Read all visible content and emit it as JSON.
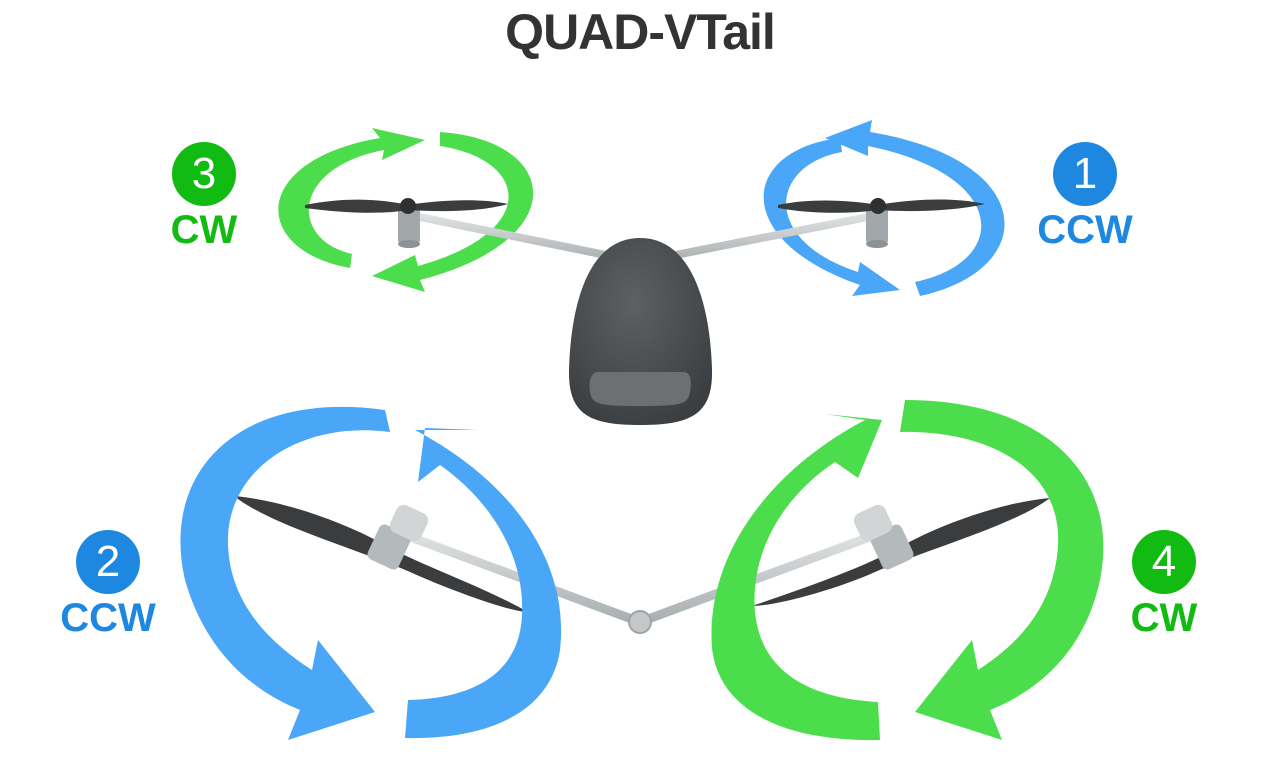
{
  "title": "QUAD-VTail",
  "colors": {
    "cw": "#11bb11",
    "ccw": "#1e88e0",
    "cw_arrow": "#4cdd4c",
    "ccw_arrow": "#4aa6f6",
    "frame": "#c7cbcc",
    "body": "#4a4d4f",
    "prop": "#3a3c3e"
  },
  "motors": [
    {
      "number": "1",
      "direction": "CCW"
    },
    {
      "number": "2",
      "direction": "CCW"
    },
    {
      "number": "3",
      "direction": "CW"
    },
    {
      "number": "4",
      "direction": "CW"
    }
  ]
}
